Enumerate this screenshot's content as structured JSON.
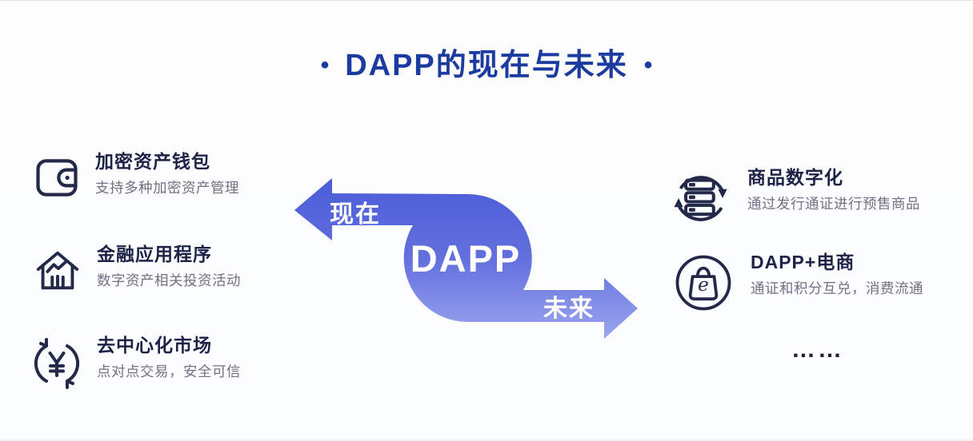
{
  "title": {
    "text": "DAPP的现在与未来",
    "dot": "•"
  },
  "center": {
    "label": "DAPP",
    "left_arrow_label": "现在",
    "right_arrow_label": "未来"
  },
  "left_items": [
    {
      "icon": "wallet-icon",
      "title": "加密资产钱包",
      "subtitle": "支持多种加密资产管理"
    },
    {
      "icon": "bank-chart-icon",
      "title": "金融应用程序",
      "subtitle": "数字资产相关投资活动"
    },
    {
      "icon": "yuan-cycle-icon",
      "title": "去中心化市场",
      "subtitle": "点对点交易，安全可信"
    }
  ],
  "right_items": [
    {
      "icon": "server-cycle-icon",
      "title": "商品数字化",
      "subtitle": "通过发行通证进行预售商品"
    },
    {
      "icon": "ecommerce-bag-icon",
      "title": "DAPP+电商",
      "subtitle": "通证和积分互兑，消费流通"
    }
  ],
  "ellipsis": "……",
  "colors": {
    "title_blue": "#1c3ba1",
    "arrow_gradient_top": "#4a5cd8",
    "arrow_gradient_mid": "#6370dd",
    "arrow_gradient_bottom": "#9ca6ee",
    "item_title": "#1d2347",
    "item_subtitle": "#6e7284",
    "icon_stroke": "#232949",
    "arrow_label_text": "#ffffff"
  }
}
